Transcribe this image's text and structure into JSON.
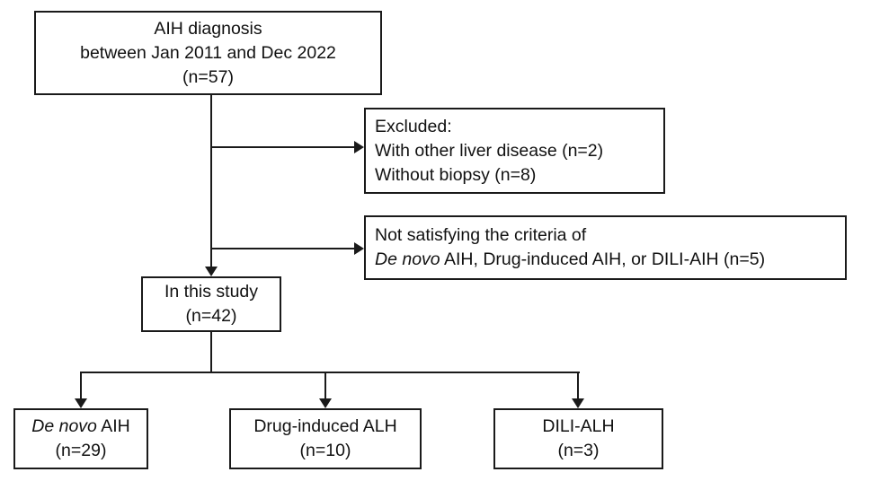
{
  "flowchart": {
    "top_box": {
      "line1": "AIH diagnosis",
      "line2": "between Jan 2011 and Dec 2022",
      "line3": "(n=57)"
    },
    "excluded_box": {
      "line1": "Excluded:",
      "line2": "With other liver disease (n=2)",
      "line3": "Without biopsy (n=8)"
    },
    "criteria_box": {
      "line1": "Not satisfying the criteria of",
      "line2_italic": "De novo",
      "line2_rest": " AIH, Drug-induced AIH, or DILI-AIH (n=5)"
    },
    "study_box": {
      "line1": "In this study",
      "line2": "(n=42)"
    },
    "denovo_box": {
      "label_italic": "De novo",
      "label_rest": " AIH",
      "count": "(n=29)"
    },
    "drug_box": {
      "label": "Drug-induced ALH",
      "count": "(n=10)"
    },
    "dili_box": {
      "label": "DILI-ALH",
      "count": "(n=3)"
    },
    "colors": {
      "line": "#1a1a1a",
      "background": "#ffffff",
      "text": "#111111"
    }
  }
}
